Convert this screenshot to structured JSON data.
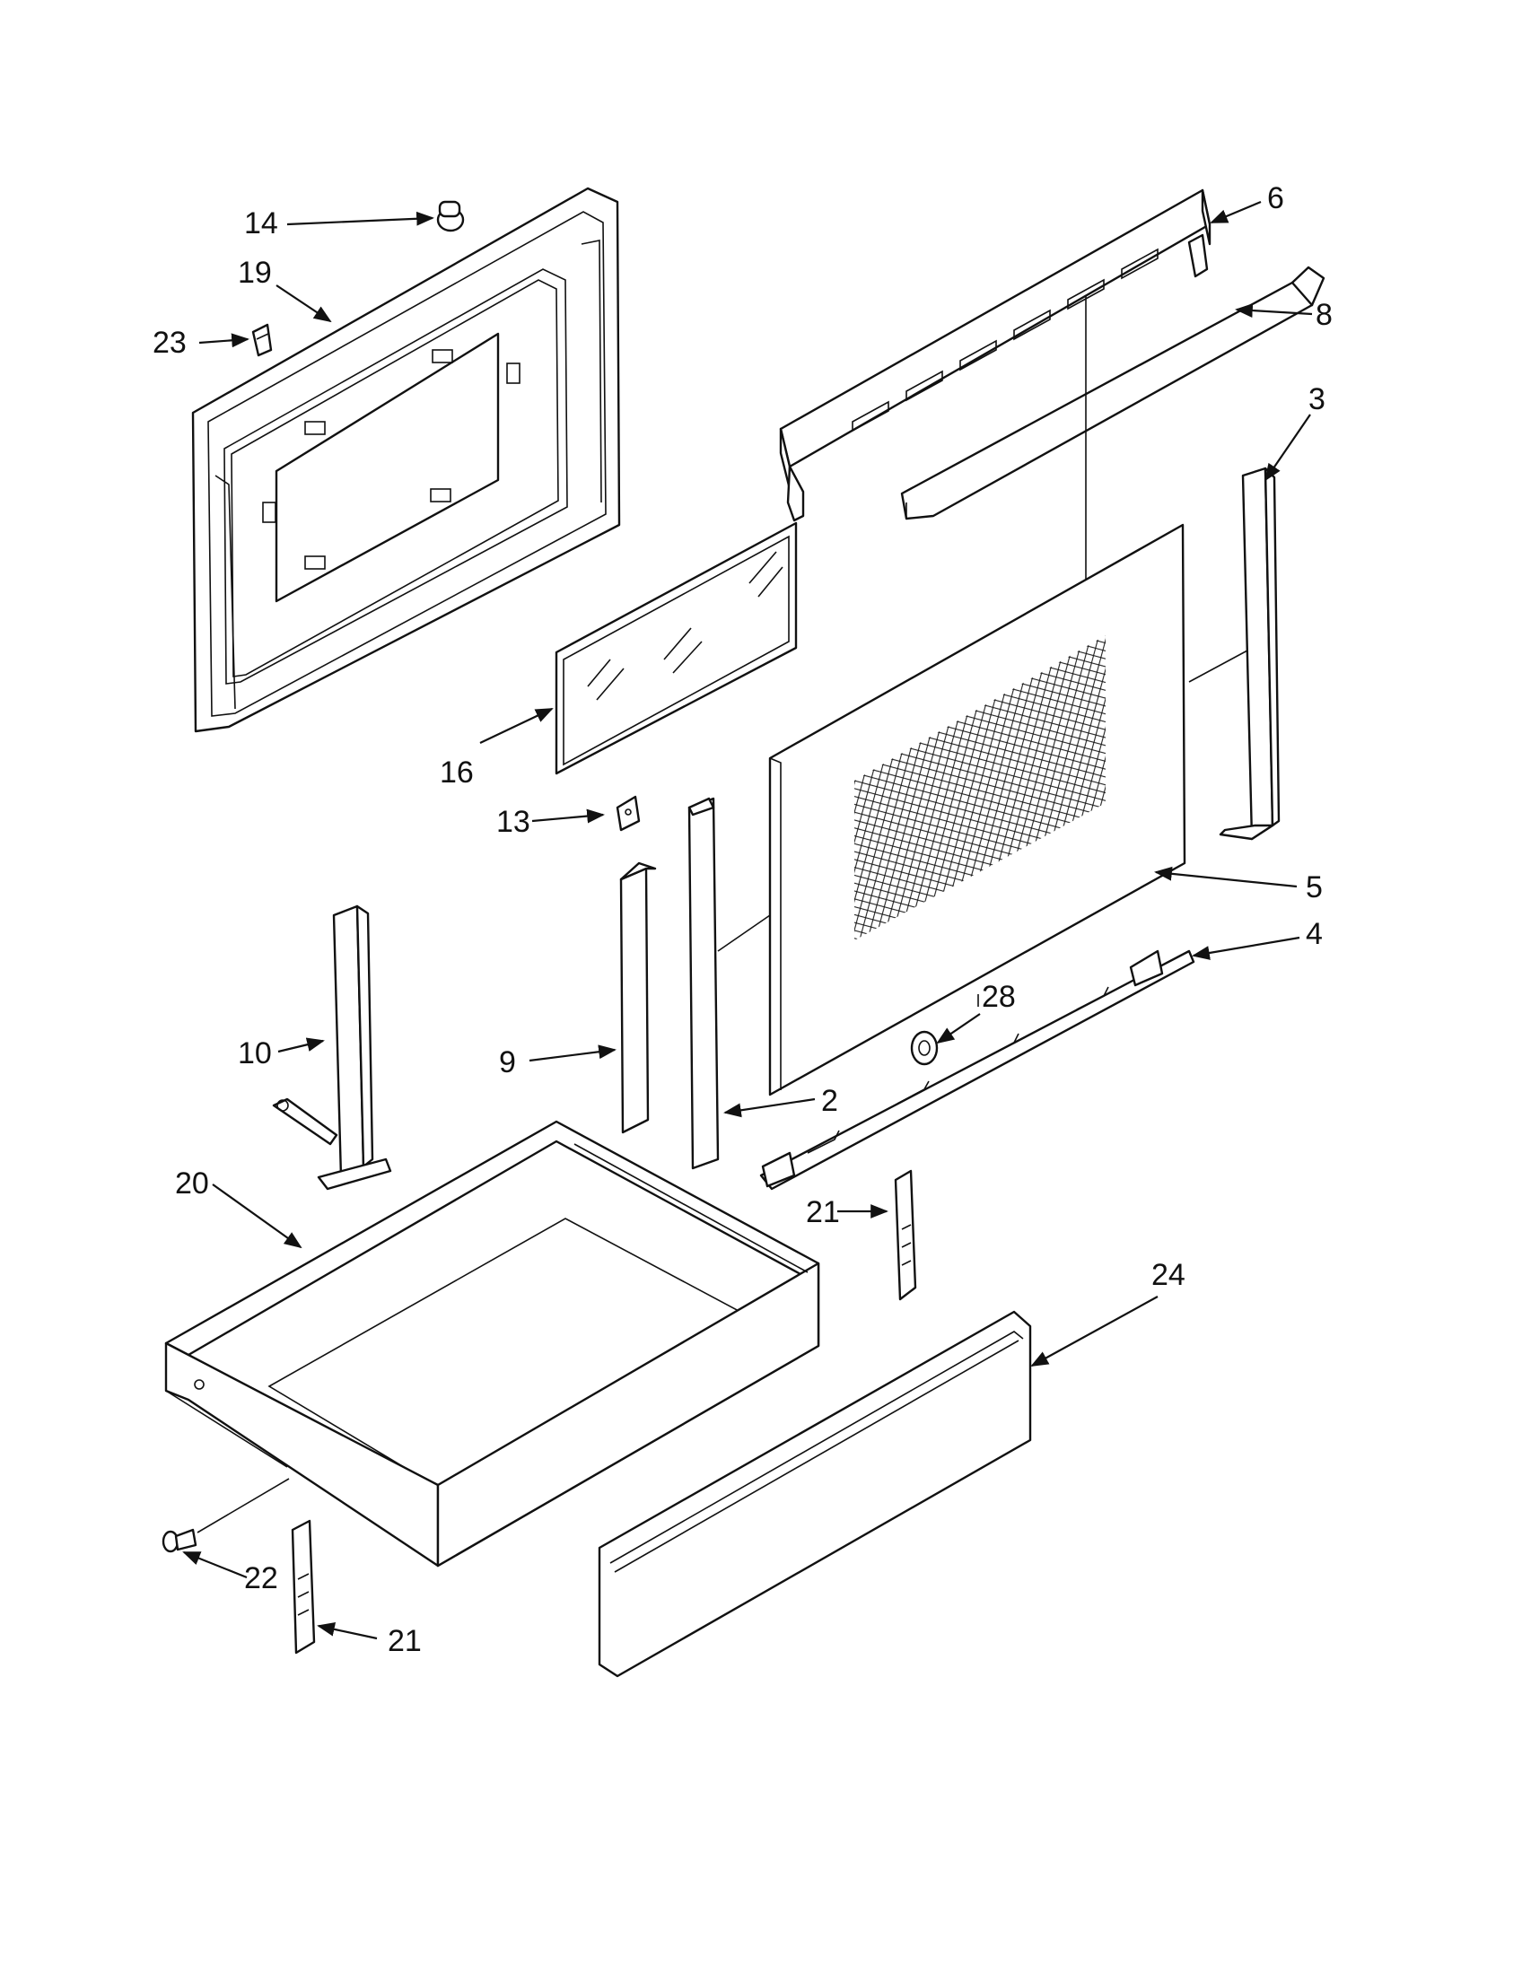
{
  "diagram": {
    "style": {
      "line_color": "#111111",
      "background": "#ffffff"
    },
    "callouts": {
      "p14": "14",
      "p19": "19",
      "p23": "23",
      "p6": "6",
      "p8": "8",
      "p3": "3",
      "p16": "16",
      "p13": "13",
      "p5": "5",
      "p4": "4",
      "p28": "28",
      "p10": "10",
      "p9": "9",
      "p2": "2",
      "p20": "20",
      "p21a": "21",
      "p24": "24",
      "p22": "22",
      "p21b": "21"
    }
  }
}
